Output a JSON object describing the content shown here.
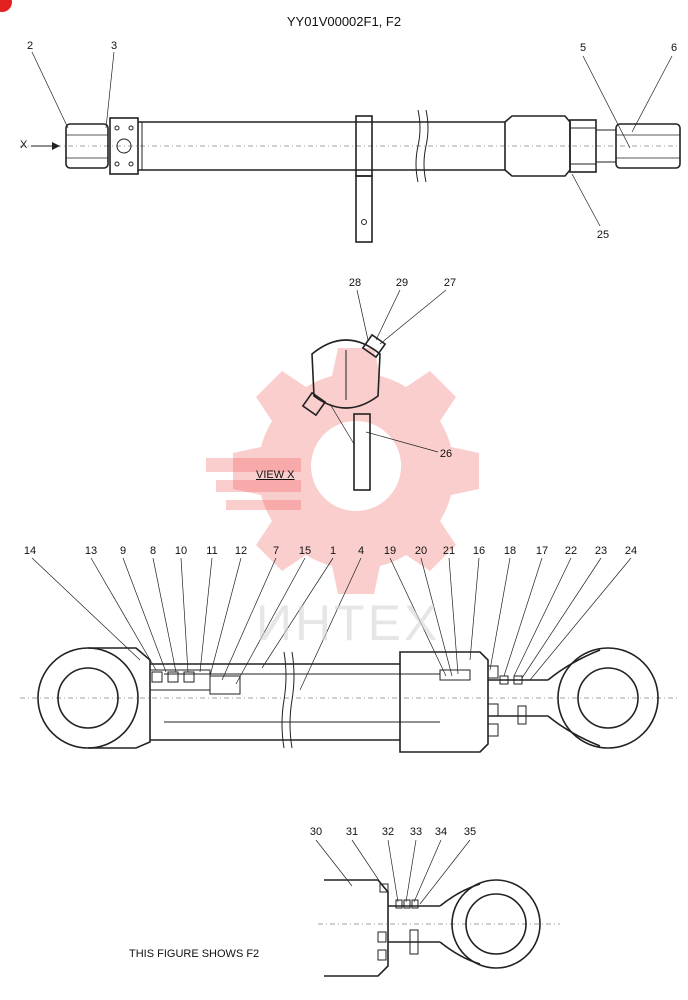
{
  "header": {
    "title": "YY01V00002F1, F2"
  },
  "colors": {
    "line": "#222222",
    "watermark_gear": "#f25050",
    "watermark_text": "#d6d6d6",
    "badge": "#e32020"
  },
  "watermark": {
    "text": "ИНТЕХ"
  },
  "view_label": "VIEW  X",
  "arrow_label": "X",
  "footer_note": "THIS FIGURE SHOWS  F2",
  "callouts": {
    "top": [
      "2",
      "3",
      "5",
      "6",
      "25"
    ],
    "view": [
      "28",
      "29",
      "27",
      "26"
    ],
    "section": [
      "14",
      "13",
      "9",
      "8",
      "10",
      "11",
      "12",
      "7",
      "15",
      "1",
      "4",
      "19",
      "20",
      "21",
      "16",
      "18",
      "17",
      "22",
      "23",
      "24"
    ],
    "detail": [
      "30",
      "31",
      "32",
      "33",
      "34",
      "35"
    ]
  }
}
